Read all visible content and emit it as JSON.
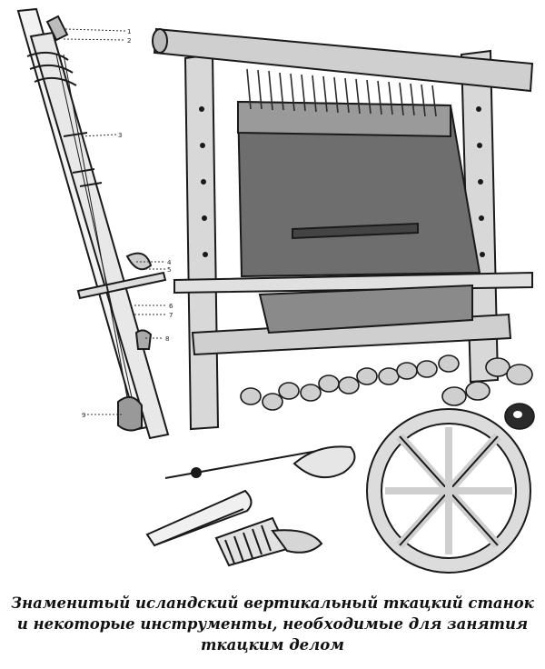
{
  "figure": {
    "part_numbers": [
      "1",
      "2",
      "3",
      "4",
      "5",
      "6",
      "7",
      "8",
      "9"
    ],
    "ink_color": "#1a1a1a",
    "paper_color": "#ffffff"
  },
  "caption": {
    "line1": "Знаменитый исландский вертикальный ткацкий станок",
    "line2": "и некоторые инструменты, необходимые для занятия",
    "line3": "ткацким делом"
  }
}
